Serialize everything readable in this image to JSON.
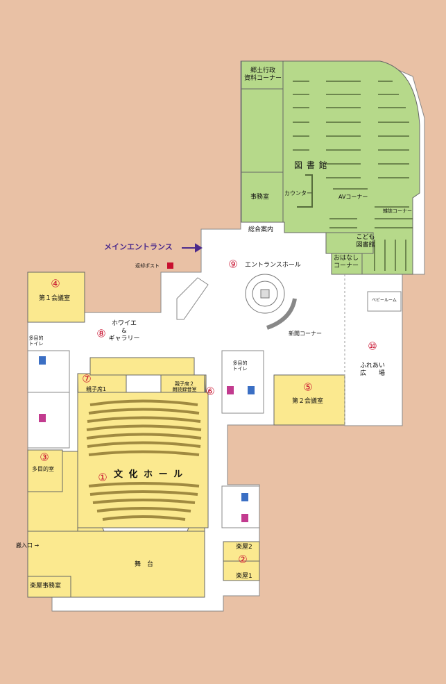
{
  "rooms": {
    "kyodo": [
      "郷土行政",
      "資料コーナー"
    ],
    "library": "図 書 館",
    "office": "事務室",
    "counter": "カウンター",
    "av_corner": "AVコーナー",
    "magazine": "雑誌コーナー",
    "info": "総合案内",
    "kids": [
      "こども",
      "図書館"
    ],
    "story": [
      "おはなし",
      "コーナー"
    ],
    "main_entrance": "メインエントランス",
    "return_post": "返却ポスト",
    "entrance_hall": "エントランスホール",
    "newspaper": "新聞コーナー",
    "baby": "ベビールーム",
    "fureai": [
      "ふれあい",
      "広　　場"
    ],
    "conf1": "第１会議室",
    "conf2": "第２会議室",
    "foyer": [
      "ホワイエ",
      "&",
      "ギャラリー"
    ],
    "multi_toilet": [
      "多目的",
      "トイレ"
    ],
    "multi_toilet2": [
      "多目的",
      "トイレ"
    ],
    "oyako1": "親子席1",
    "oyako2": [
      "親子席２",
      "朗読録音室"
    ],
    "multi_room": "多目的室",
    "hall": "文 化 ホ ー ル",
    "stage": "舞　台",
    "dressing2": "楽屋2",
    "dressing1": "楽屋1",
    "backstage_office": "楽屋事務室",
    "loading": "搬入口 →"
  },
  "numbers": [
    "①",
    "②",
    "③",
    "④",
    "⑤",
    "⑥",
    "⑦",
    "⑧",
    "⑨",
    "⑩"
  ],
  "colors": {
    "background": "#e9c1a5",
    "building": "#ffffff",
    "library": "#b6d98a",
    "rooms": "#fbe98f",
    "number": "#c8102e",
    "entrance_arrow": "#4b2a8c"
  }
}
